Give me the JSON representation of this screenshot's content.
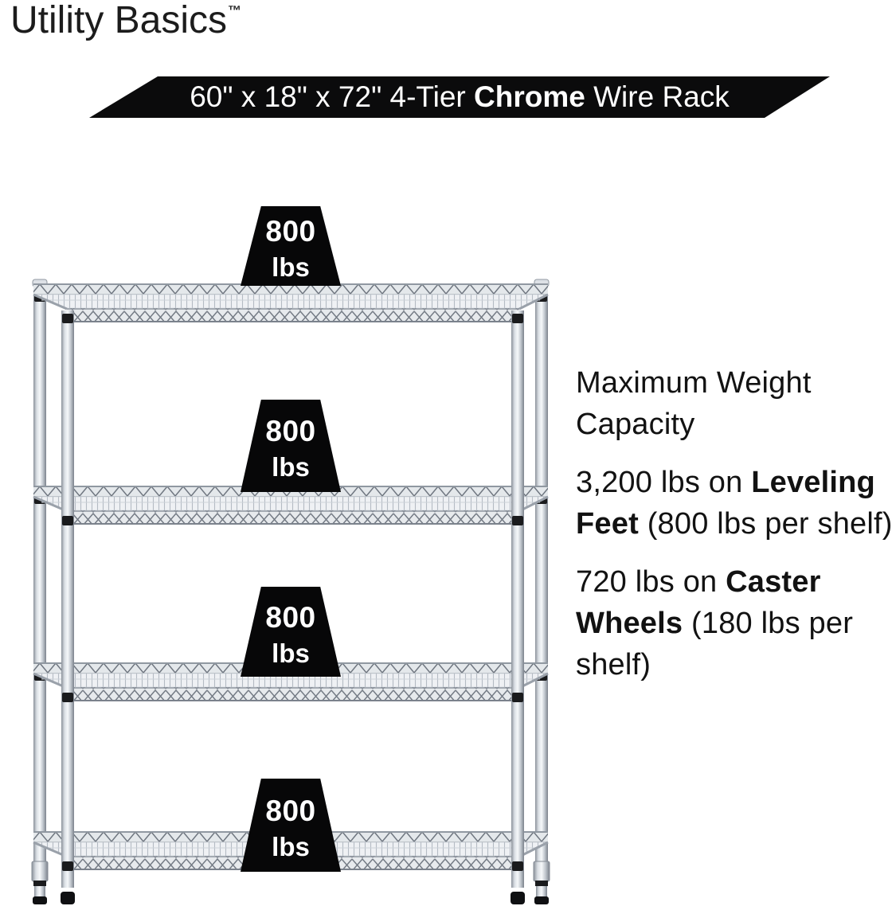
{
  "brand": {
    "name": "Utility Basics",
    "trademark": "™"
  },
  "banner": {
    "prefix": "60\" x 18\" x 72\" 4-Tier ",
    "bold": "Chrome",
    "suffix": " Wire Rack"
  },
  "rack": {
    "description": "4-tier chrome wire shelving rack",
    "tiers": [
      {
        "value": "800",
        "unit": "lbs"
      },
      {
        "value": "800",
        "unit": "lbs"
      },
      {
        "value": "800",
        "unit": "lbs"
      },
      {
        "value": "800",
        "unit": "lbs"
      }
    ]
  },
  "info": {
    "heading": "Maximum Weight Capacity",
    "items": [
      {
        "prefix": "3,200 lbs on ",
        "bold": "Leveling Feet",
        "suffix": " (800 lbs per shelf)"
      },
      {
        "prefix": "720 lbs on ",
        "bold": "Caster Wheels",
        "suffix": " (180 lbs per shelf)"
      }
    ]
  },
  "colors": {
    "ink": "#0b0b0c",
    "text": "#121212",
    "chrome_light": "#eff1f4",
    "chrome_mid": "#c0c6cd",
    "chrome_dark": "#7b828c"
  }
}
